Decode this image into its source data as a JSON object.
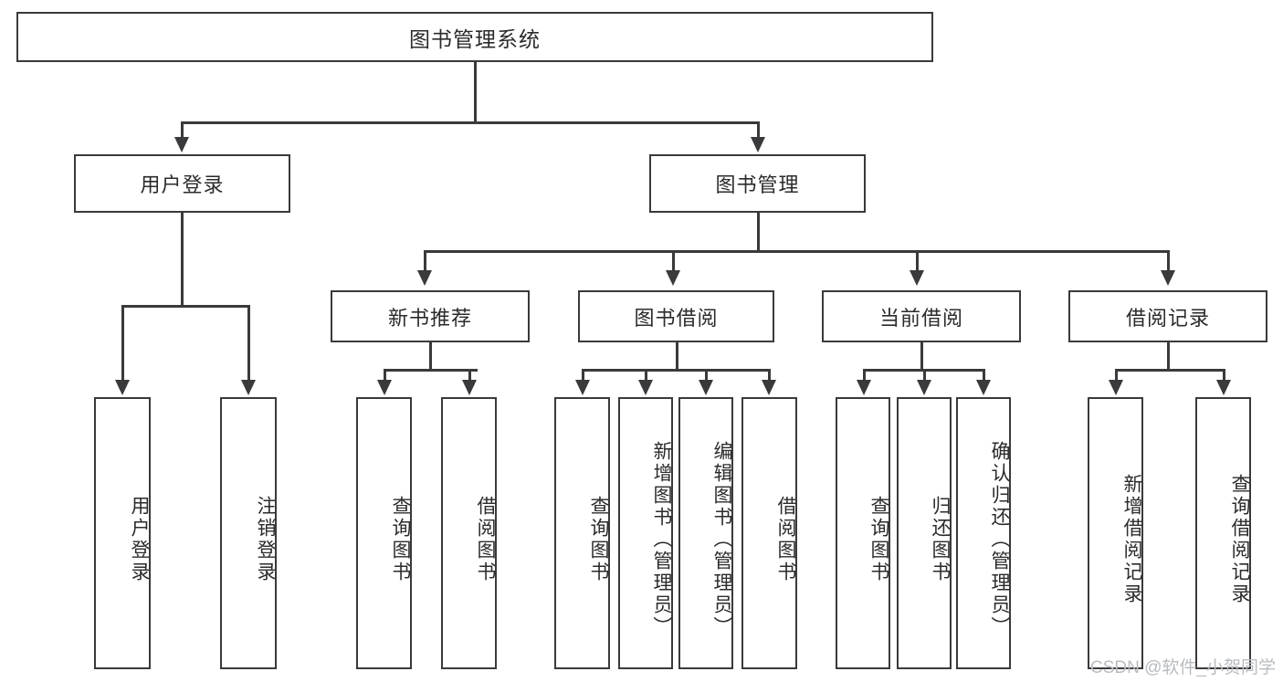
{
  "diagram": {
    "title": "图书管理系统",
    "type": "功能结构图",
    "root": {
      "label": "图书管理系统"
    },
    "level2": [
      {
        "label": "用户登录"
      },
      {
        "label": "图书管理"
      }
    ],
    "level3": [
      {
        "label": "新书推荐"
      },
      {
        "label": "图书借阅"
      },
      {
        "label": "当前借阅"
      },
      {
        "label": "借阅记录"
      }
    ],
    "leaves": {
      "user_login": [
        {
          "label": "用户登录"
        },
        {
          "label": "注销登录"
        }
      ],
      "new_book": [
        {
          "label": "查询图书"
        },
        {
          "label": "借阅图书"
        }
      ],
      "borrow_book": [
        {
          "label": "查询图书"
        },
        {
          "label": "新增图书（管理员）"
        },
        {
          "label": "编辑图书（管理员）"
        },
        {
          "label": "借阅图书"
        }
      ],
      "current_borrow": [
        {
          "label": "查询图书"
        },
        {
          "label": "归还图书"
        },
        {
          "label": "确认归还（管理员）"
        }
      ],
      "borrow_record": [
        {
          "label": "新增借阅记录"
        },
        {
          "label": "查询借阅记录"
        }
      ]
    }
  },
  "watermark": {
    "text": "CSDN @软件_小贺同学"
  },
  "colors": {
    "stroke": "#3a3a3c",
    "fill": "#ffffff",
    "text": "#2b2b2b",
    "watermark": "#b9bcc0"
  }
}
